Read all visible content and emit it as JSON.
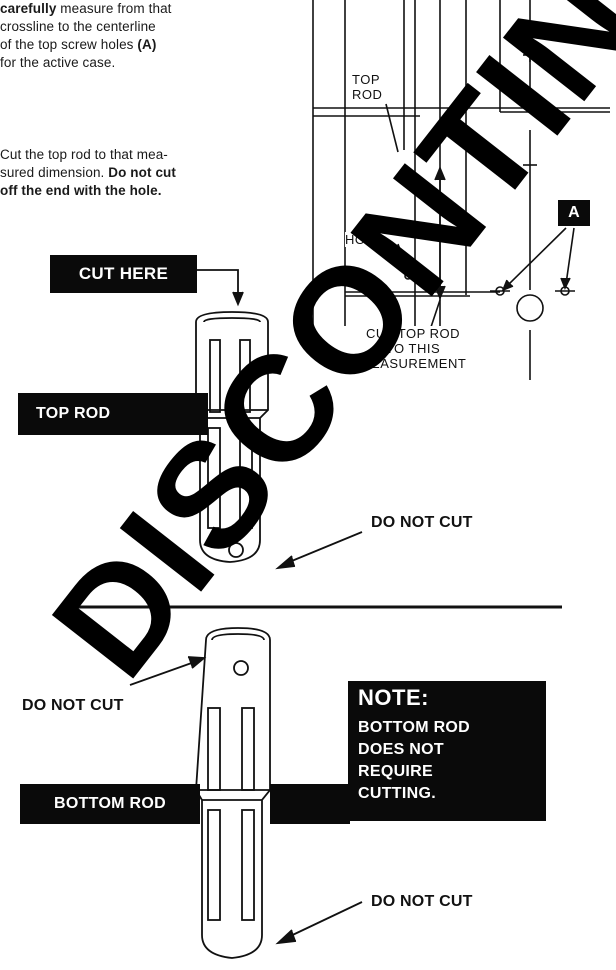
{
  "instructions": {
    "step_measure": {
      "strong1": "carefully",
      "t1": " measure from that",
      "t2": "crossline to the centerline",
      "t3": "of the top screw holes ",
      "strong2": "(A)",
      "t4": "for the active case."
    },
    "step_cut": {
      "t1": "Cut the top rod to that mea-",
      "t2": "sured dimension. ",
      "strong1": "Do not cut",
      "strong2": "off the end with the hole."
    }
  },
  "diagram": {
    "top_rod_label": "TOP ROD",
    "hole_label": "HOLE",
    "cut_measure_lines": [
      "CUT TOP ROD",
      "TO THIS",
      "MEASUREMENT"
    ],
    "marker_a": "A"
  },
  "top_figure": {
    "cut_here": "CUT HERE",
    "top_rod": "TOP ROD",
    "do_not_cut": "DO NOT CUT"
  },
  "bottom_figure": {
    "do_not_cut_top": "DO NOT CUT",
    "bottom_rod": "BOTTOM ROD",
    "do_not_cut_bottom": "DO NOT CUT",
    "note": {
      "heading": "NOTE:",
      "lines": [
        "BOTTOM ROD",
        "DOES NOT",
        "REQUIRE",
        "CUTTING."
      ]
    }
  },
  "watermark": "DISCONTINUED"
}
